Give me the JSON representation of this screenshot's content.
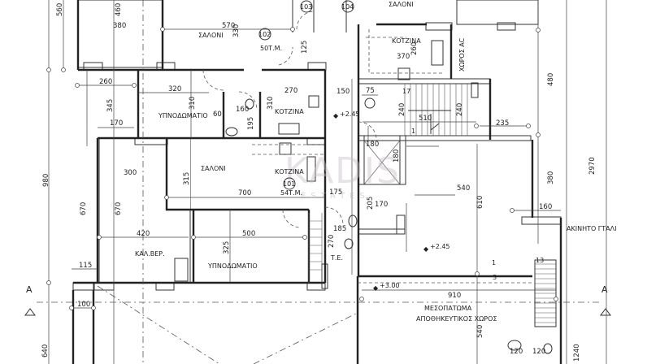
{
  "plan": {
    "rooms": {
      "saloni_top_left": "ΣΑΛΟΝΙ",
      "saloni_top_right": "ΣΑΛΟΝΙ",
      "kitchen_top_right": "ΚΟΤΖΙΝΑ",
      "ac_space": "ΧΩΡΟΣ AC",
      "bedroom_1": "ΥΠΝΟΔΩΜΑΤΙΟ",
      "kitchen_1": "ΚΟΤΖΙΝΑ",
      "saloni_main": "ΣΑΛΟΝΙ",
      "kitchen_main": "ΚΟΤΖΙΝΑ",
      "bedroom_2": "ΥΠΝΟΔΩΜΑΤΙΟ",
      "covered_veranda": "ΚΑΛ.ΒΕΡ.",
      "wc": "Τ.Ε.",
      "mezzanine": "ΜΕΣΟΠΑΤΩΜΑ",
      "storage": "ΑΠΟΘΗΚΕΥΤΙΚΟΣ ΧΩΡΟΣ",
      "neighbour": "ΑΚΙΝΗΤΟ ΓΤΑΛΙ"
    },
    "units": [
      {
        "number": "101",
        "area": "54Τ.Μ."
      },
      {
        "number": "102",
        "area": "50Τ.Μ."
      },
      {
        "number": "103"
      },
      {
        "number": "104"
      }
    ],
    "levels": [
      "+2.45",
      "+2.45",
      "+3.00"
    ],
    "section_marker": "A",
    "stair_steps": [
      "1",
      "13",
      "3",
      "17",
      "1"
    ],
    "dimensions": {
      "d560": "560",
      "d460": "460",
      "d380": "380",
      "d570": "570",
      "d330": "330",
      "d125": "125",
      "d260": "260",
      "d320": "320",
      "d310a": "310",
      "d345": "345",
      "d160": "160",
      "d60": "60",
      "d195": "195",
      "d270a": "270",
      "d310b": "310",
      "d170": "170",
      "d980": "980",
      "d300": "300",
      "d315": "315",
      "d700": "700",
      "d670a": "670",
      "d670b": "670",
      "d420": "420",
      "d500": "500",
      "d325": "325",
      "d115": "115",
      "d100": "100",
      "d640": "640",
      "d150": "150",
      "d75": "75",
      "d240a": "240",
      "d510": "510",
      "d240b": "240",
      "d235": "235",
      "d180a": "180",
      "d180b": "180",
      "d370": "370",
      "d260b": "260",
      "d480": "480",
      "d2970": "2970",
      "d380b": "380",
      "d540a": "540",
      "d610": "610",
      "d160b": "160",
      "d175": "175",
      "d205": "205",
      "d170b": "170",
      "d185": "185",
      "d270b": "270",
      "d910": "910",
      "d540b": "540",
      "d1240": "1240",
      "d120a": "120",
      "d120b": "120"
    },
    "watermark": {
      "brand": "KADIS",
      "sub": "ESTATES"
    }
  }
}
